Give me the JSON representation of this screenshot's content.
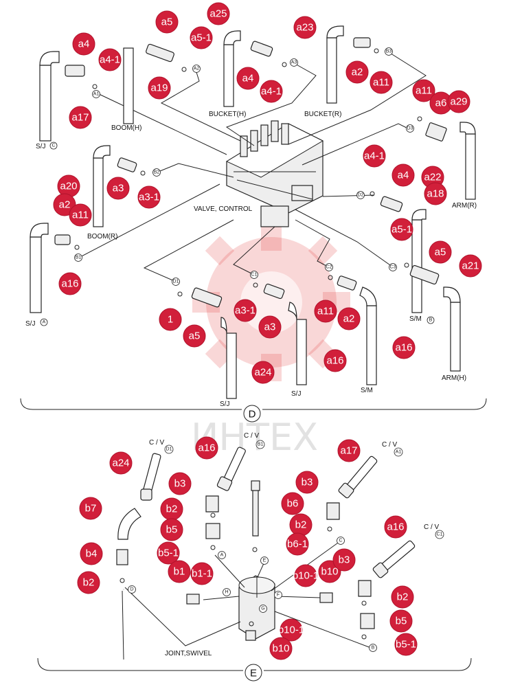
{
  "sections": [
    {
      "id": "D",
      "label": "D"
    },
    {
      "id": "E",
      "label": "E"
    }
  ],
  "watermark": "ИНТЕХ",
  "colors": {
    "tag": "#d11f3a",
    "line": "#222222",
    "watermark": "#e34b4b"
  },
  "labels": {
    "boom_h": "BOOM(H)",
    "boom_r": "BOOM(R)",
    "bucket_h": "BUCKET(H)",
    "bucket_r": "BUCKET(R)",
    "arm_r": "ARM(R)",
    "arm_h": "ARM(H)",
    "valve_control": "VALVE, CONTROL",
    "sj_c": "S/J",
    "sj_a": "S/J",
    "sj_d": "S/J",
    "sj_b": "S/J",
    "sm_b": "S/M",
    "sm_a": "S/M",
    "joint_swivel": "JOINT,SWIVEL",
    "cv1": "C / V",
    "cv2": "C / V",
    "cv3": "C / V",
    "cv4": "C / V"
  },
  "ports": [
    "C",
    "A1",
    "A2",
    "A3",
    "B2",
    "B3",
    "D3",
    "D2",
    "B1",
    "A",
    "D1",
    "C1",
    "C2",
    "C3",
    "B",
    "D",
    "D1",
    "B1",
    "A1",
    "C1",
    "A",
    "E",
    "C",
    "H",
    "F",
    "G",
    "D",
    "B"
  ],
  "tags": [
    "a4",
    "a5",
    "a25",
    "a23",
    "a4-1",
    "a5-1",
    "a4",
    "a4-1",
    "a2",
    "a11",
    "a17",
    "a19",
    "a11",
    "a6",
    "a29",
    "a20",
    "a3",
    "a3-1",
    "a4-1",
    "a4",
    "a22",
    "a18",
    "a2",
    "a11",
    "a16",
    "a5-1",
    "a5",
    "a21",
    "1",
    "a5",
    "a3-1",
    "a3",
    "a11",
    "a2",
    "a16",
    "a24",
    "a16",
    "a24",
    "a16",
    "a17",
    "b3",
    "b3",
    "b7",
    "b2",
    "b5",
    "b6",
    "b2",
    "b4",
    "b5-1",
    "b6-1",
    "b2",
    "b1",
    "b1-1",
    "b10-1",
    "b10",
    "b3",
    "a16",
    "b2",
    "b5",
    "b10-1",
    "b10",
    "b5-1"
  ]
}
